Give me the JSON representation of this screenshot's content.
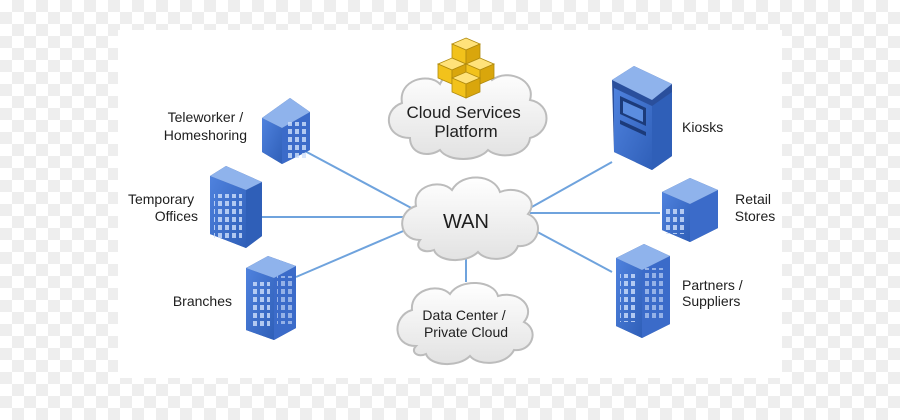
{
  "diagram": {
    "nodes": {
      "cloud_services": [
        "Cloud Services",
        "Platform"
      ],
      "wan": "WAN",
      "data_center": [
        "Data Center /",
        "Private Cloud"
      ],
      "teleworker": [
        "Teleworker /",
        "Homeshoring"
      ],
      "temporary_offices": [
        "Temporary",
        "Offices"
      ],
      "branches": "Branches",
      "kiosks": "Kiosks",
      "retail_stores": [
        "Retail",
        "Stores"
      ],
      "partners": [
        "Partners /",
        "Suppliers"
      ]
    },
    "colors": {
      "link": "#6fa3dd",
      "building_front": "#3b6bc9",
      "building_side": "#2a4f9c",
      "building_top": "#8fb3ec",
      "cloud_fill": "#f0f0f0",
      "cloud_stroke": "#bcbcbc",
      "cube": "#f2c21b"
    }
  }
}
